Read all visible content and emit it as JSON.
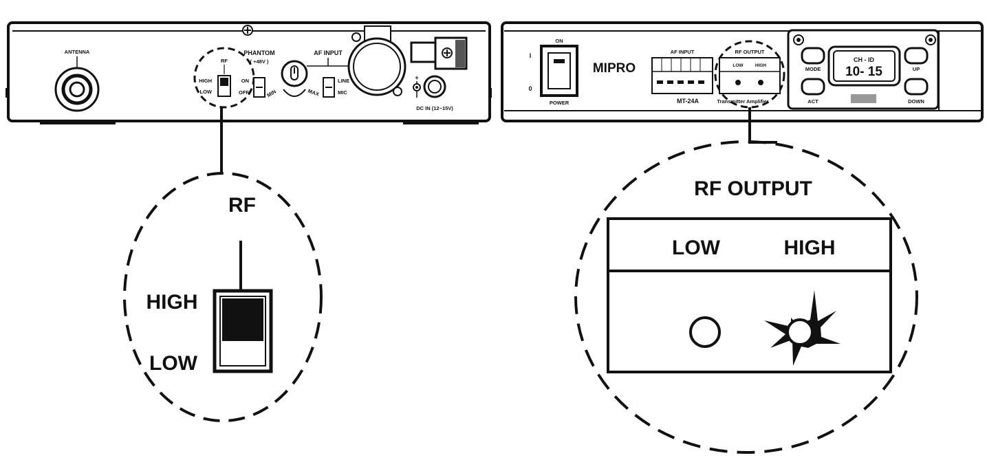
{
  "rear_panel": {
    "antenna": "ANTENNA",
    "rf": "RF",
    "rf_high": "HIGH",
    "rf_low": "LOW",
    "phantom": "PHANTOM",
    "phantom_voltage": "( +48V )",
    "phantom_on": "ON",
    "phantom_off": "OFF",
    "gain_min": "MIN",
    "gain_max": "MAX",
    "af_input": "AF INPUT",
    "af_line": "LINE",
    "af_mic": "MIC",
    "dc_polarity": "+",
    "dc_in": "DC IN (12~15V)"
  },
  "front_panel": {
    "on": "ON",
    "switch_on_mark": "I",
    "switch_off_mark": "0",
    "power": "POWER",
    "brand": "MIPRO",
    "af_input": "AF INPUT",
    "rf_output": "RF OUTPUT",
    "rf_low": "LOW",
    "rf_high": "HIGH",
    "model": "MT-24A",
    "model_desc": "Transmitter Amplifier",
    "display_header": "CH  -  ID",
    "display_value": "10- 15",
    "mode": "MODE",
    "act": "ACT",
    "up": "UP",
    "down": "DOWN"
  },
  "callout_rf_switch": {
    "title": "RF",
    "high": "HIGH",
    "low": "LOW"
  },
  "callout_rf_output": {
    "title": "RF  OUTPUT",
    "low": "LOW",
    "high": "HIGH"
  }
}
